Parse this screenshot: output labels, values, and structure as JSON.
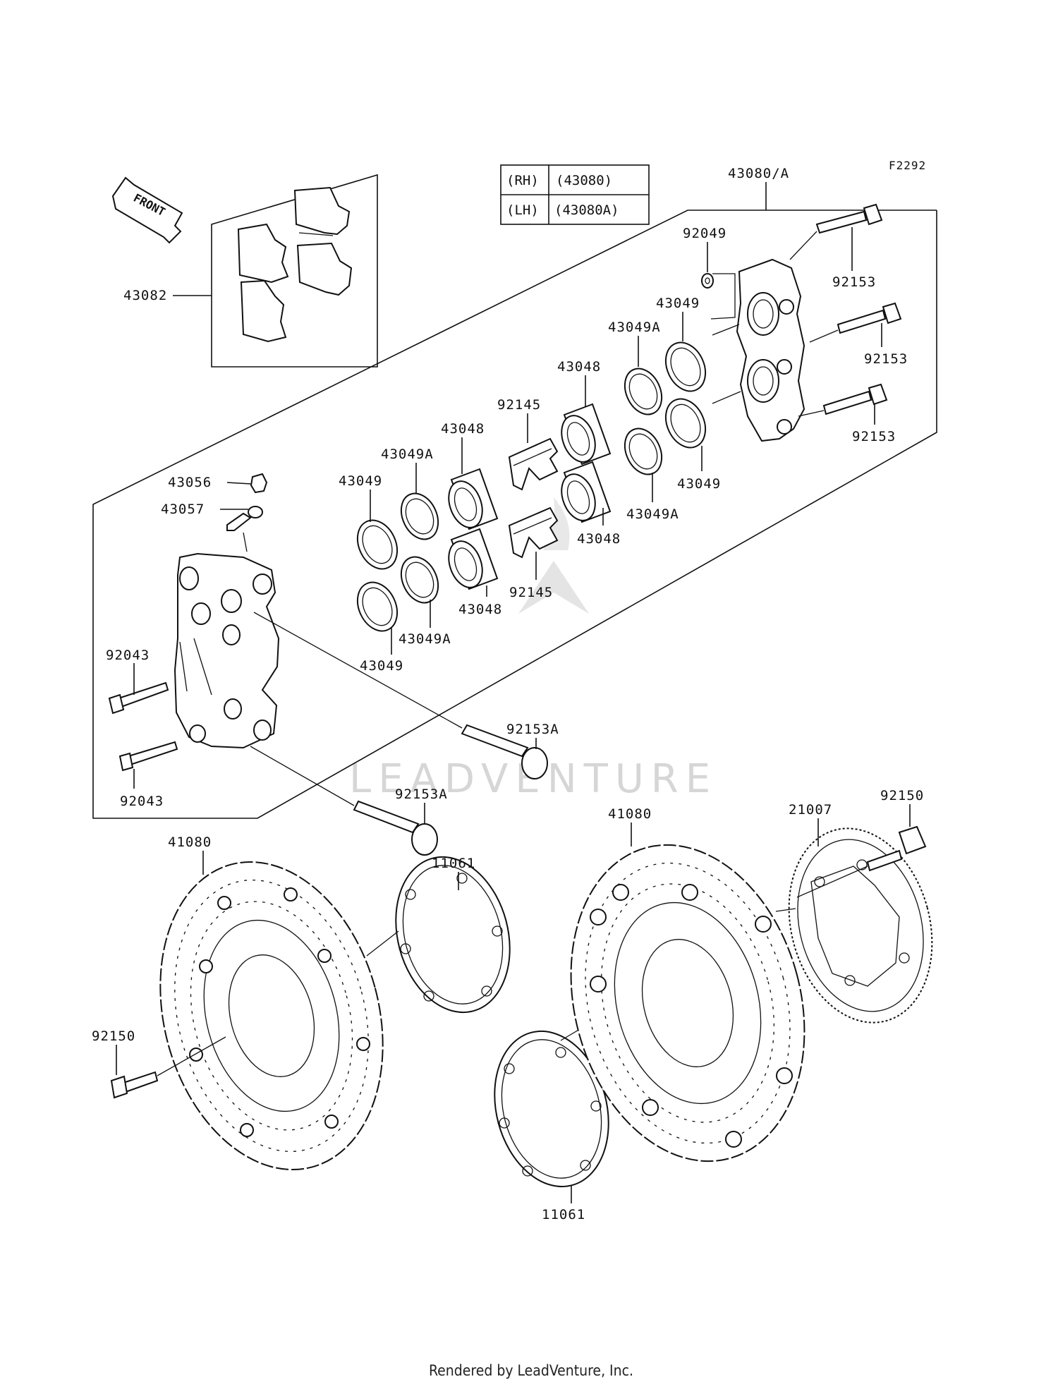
{
  "figure_id": "F2292",
  "assembly_label": "43080/A",
  "front_label": "FRONT",
  "watermark": "LEADVENTURE",
  "footer": "Rendered by LeadVenture, Inc.",
  "side_table": [
    {
      "side": "(RH)",
      "part": "(43080)"
    },
    {
      "side": "(LH)",
      "part": "(43080A)"
    }
  ],
  "callouts": {
    "pads": "43082",
    "bleeder": "43056",
    "bleeder_cap": "43057",
    "bolt_left_top": "92043",
    "bolt_left_bottom": "92043",
    "seal_l1": "43049",
    "seal_l2": "43049A",
    "seal_l3": "43049",
    "seal_l4": "43049A",
    "piston_l1": "43048",
    "piston_l2": "43048",
    "spring_1": "92145",
    "spring_2": "92145",
    "piston_r1": "43048",
    "piston_r2": "43048",
    "seal_r1": "43049A",
    "seal_r2": "43049",
    "seal_r3": "43049A",
    "seal_r4": "43049",
    "washer": "92049",
    "bolt_r1": "92153",
    "bolt_r2": "92153",
    "bolt_r3": "92153",
    "pin_1": "92153A",
    "pin_2": "92153A",
    "disc_left": "41080",
    "disc_right": "41080",
    "shim_left": "11061",
    "shim_right": "11061",
    "abs_ring": "21007",
    "disc_bolt_left": "92150",
    "disc_bolt_right": "92150"
  }
}
